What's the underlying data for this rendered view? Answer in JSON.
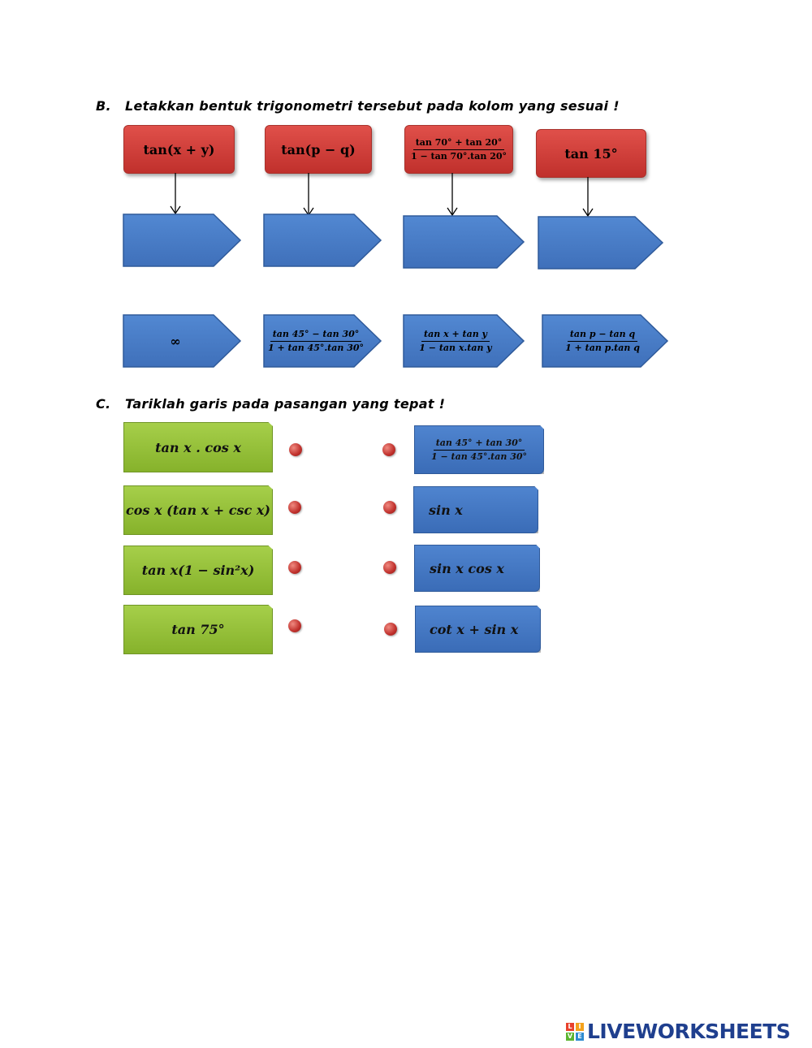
{
  "section_b": {
    "label": "B.",
    "instruction": "Letakkan bentuk trigonometri tersebut pada kolom yang sesuai !",
    "red_boxes": [
      {
        "text": "tan(x + y)"
      },
      {
        "text": "tan(p − q)"
      },
      {
        "numerator": "tan 70° + tan 20°",
        "denominator": "1 − tan 70°.tan 20°"
      },
      {
        "text": "tan 15°"
      }
    ],
    "answer_options": [
      {
        "text": "∞"
      },
      {
        "numerator": "tan 45° − tan 30°",
        "denominator": "1 + tan 45°.tan 30°"
      },
      {
        "numerator": "tan x + tan y",
        "denominator": "1 − tan x.tan y"
      },
      {
        "numerator": "tan p − tan q",
        "denominator": "1 + tan p.tan q"
      }
    ]
  },
  "section_c": {
    "label": "C.",
    "instruction": "Tariklah garis pada pasangan yang tepat !",
    "left_items": [
      {
        "text": "tan x . cos x"
      },
      {
        "text": "cos x (tan x + csc x)"
      },
      {
        "text": "tan x(1 − sin²x)"
      },
      {
        "text": "tan 75°"
      }
    ],
    "right_items": [
      {
        "numerator": "tan 45° + tan 30°",
        "denominator": "1 − tan 45°.tan 30°"
      },
      {
        "text": "sin x"
      },
      {
        "text": "sin x cos x"
      },
      {
        "text": "cot x + sin x"
      }
    ]
  },
  "brand": {
    "logo_letters": [
      "L",
      "I",
      "V",
      "E"
    ],
    "logo_colors": [
      "#e8412c",
      "#f4a21c",
      "#5cb531",
      "#2e8bd0"
    ],
    "name": "LIVEWORKSHEETS"
  },
  "colors": {
    "red_box": "#cf3a35",
    "blue_shape": "#4a7fc6",
    "green_box": "#98c23b",
    "dot": "#c0302c"
  }
}
